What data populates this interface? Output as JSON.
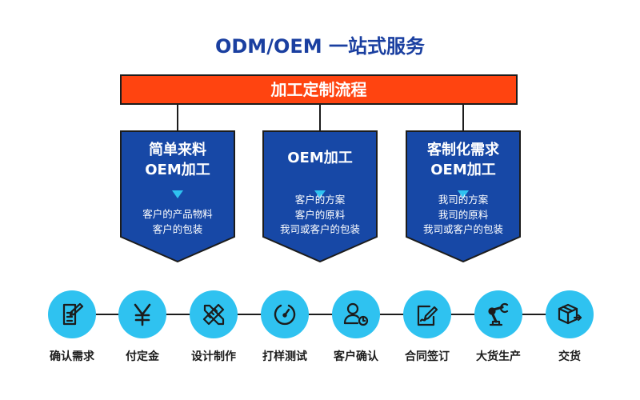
{
  "title": "ODM/OEM 一站式服务",
  "banner": "加工定制流程",
  "colors": {
    "title": "#1a3fa0",
    "banner": "#ff4410",
    "panel": "#1748a6",
    "panel_border": "#1c1c1c",
    "step_circle": "#2fc2f0",
    "accent_triangle": "#2fc2f0"
  },
  "panels": [
    {
      "title_lines": [
        "简单来料",
        "OEM加工"
      ],
      "items": [
        "客户的产品物料",
        "客户的包装"
      ]
    },
    {
      "title_lines": [
        "OEM加工"
      ],
      "items": [
        "客户的方案",
        "客户的原料",
        "我司或客户的包装"
      ]
    },
    {
      "title_lines": [
        "客制化需求",
        "OEM加工"
      ],
      "items": [
        "我司的方案",
        "我司的原料",
        "我司或客户的包装"
      ]
    }
  ],
  "steps": [
    {
      "label": "确认需求",
      "icon": "document-edit-icon"
    },
    {
      "label": "付定金",
      "icon": "yen-icon"
    },
    {
      "label": "设计制作",
      "icon": "ruler-pencil-icon"
    },
    {
      "label": "打样测试",
      "icon": "gauge-icon"
    },
    {
      "label": "客户确认",
      "icon": "user-clock-icon"
    },
    {
      "label": "合同签订",
      "icon": "contract-sign-icon"
    },
    {
      "label": "大货生产",
      "icon": "robot-arm-icon"
    },
    {
      "label": "交货",
      "icon": "box-delivery-icon"
    }
  ]
}
